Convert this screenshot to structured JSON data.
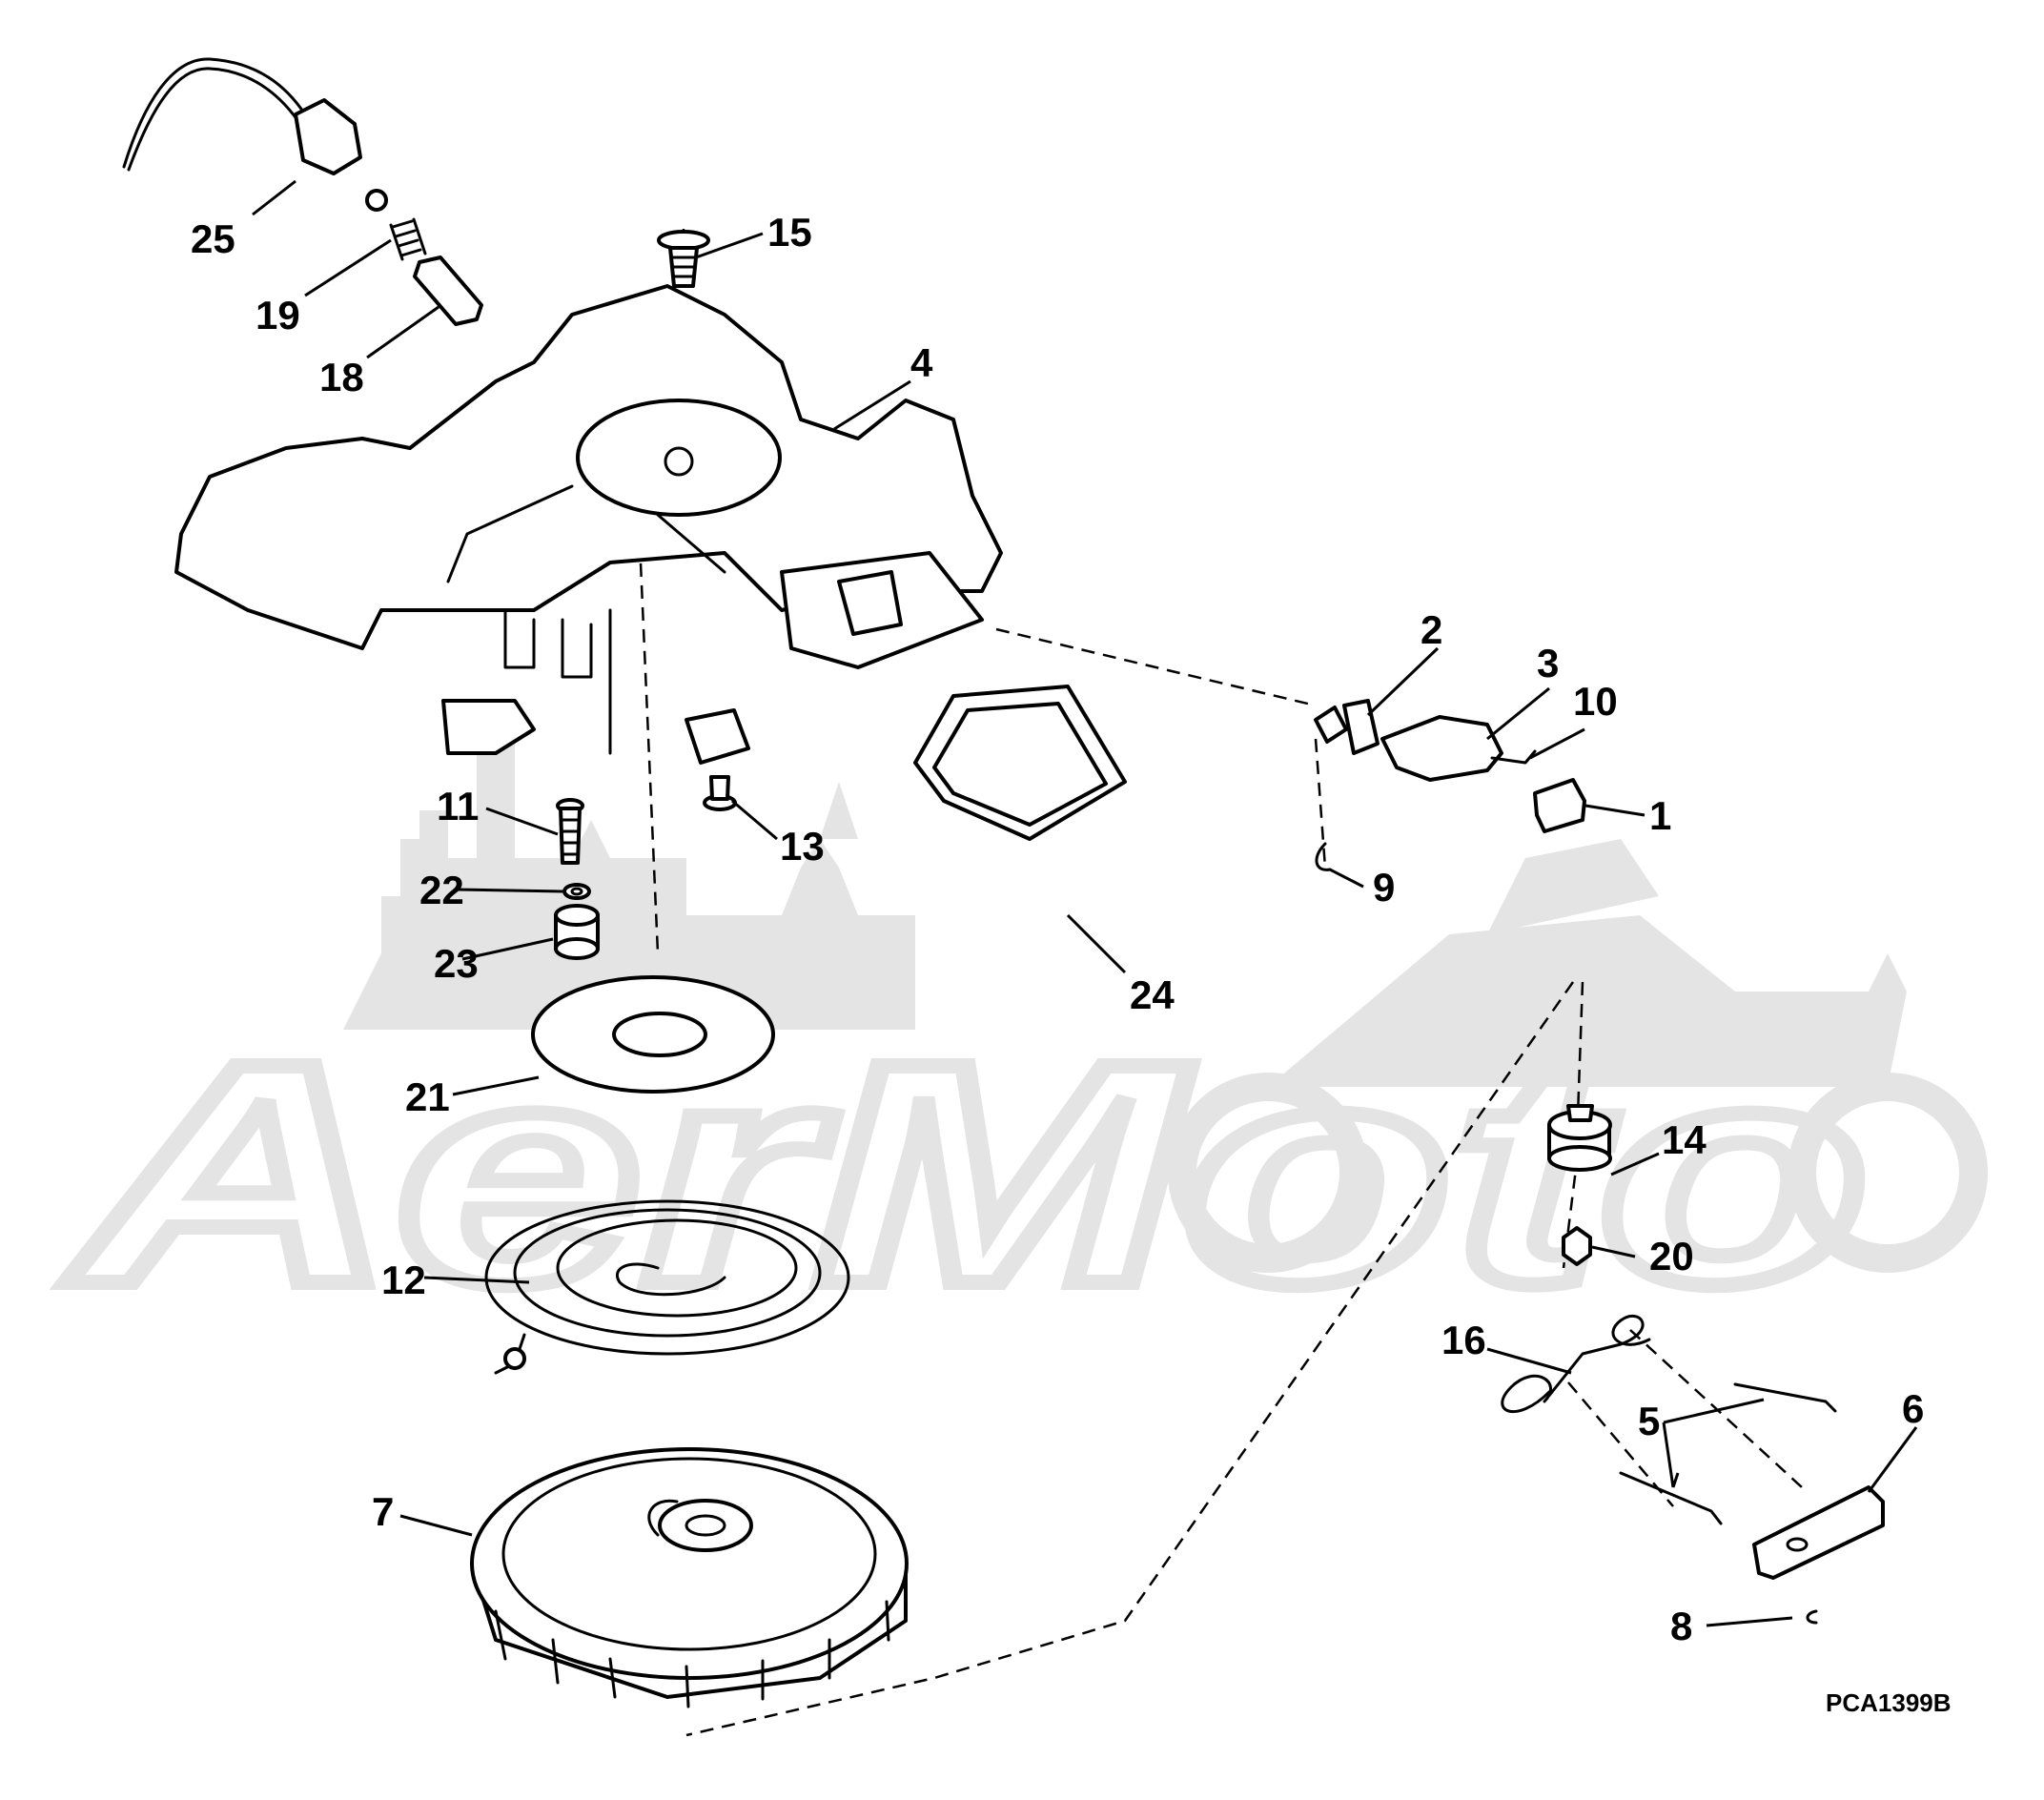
{
  "diagram_code": "PCA1399B",
  "watermark_text": "AerMoto",
  "callouts": [
    {
      "id": "p1",
      "num": "1"
    },
    {
      "id": "p2",
      "num": "2"
    },
    {
      "id": "p3",
      "num": "3"
    },
    {
      "id": "p4",
      "num": "4"
    },
    {
      "id": "p5",
      "num": "5"
    },
    {
      "id": "p6",
      "num": "6"
    },
    {
      "id": "p7",
      "num": "7"
    },
    {
      "id": "p8",
      "num": "8"
    },
    {
      "id": "p9",
      "num": "9"
    },
    {
      "id": "p10",
      "num": "10"
    },
    {
      "id": "p11",
      "num": "11"
    },
    {
      "id": "p12",
      "num": "12"
    },
    {
      "id": "p13",
      "num": "13"
    },
    {
      "id": "p14",
      "num": "14"
    },
    {
      "id": "p15",
      "num": "15"
    },
    {
      "id": "p16",
      "num": "16"
    },
    {
      "id": "p18",
      "num": "18"
    },
    {
      "id": "p19",
      "num": "19"
    },
    {
      "id": "p20",
      "num": "20"
    },
    {
      "id": "p21",
      "num": "21"
    },
    {
      "id": "p22",
      "num": "22"
    },
    {
      "id": "p23",
      "num": "23"
    },
    {
      "id": "p24",
      "num": "24"
    },
    {
      "id": "p25",
      "num": "25"
    }
  ]
}
